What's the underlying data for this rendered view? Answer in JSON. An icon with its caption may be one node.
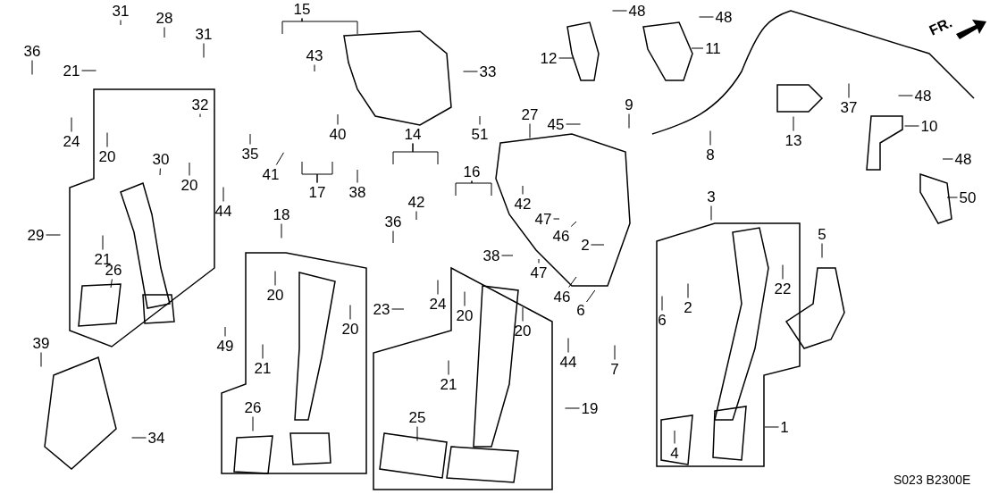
{
  "diagram": {
    "nodes": [
      {
        "text": [
          "31"
        ]
      },
      {
        "text": [
          "28"
        ]
      },
      {
        "text": [
          "31"
        ]
      },
      {
        "text": [
          "36"
        ]
      },
      {
        "text": [
          "21"
        ]
      },
      {
        "text": [
          "24"
        ]
      },
      {
        "text": [
          "20"
        ]
      },
      {
        "text": [
          "32"
        ]
      },
      {
        "text": [
          "30"
        ]
      },
      {
        "text": [
          "20"
        ]
      },
      {
        "text": [
          "29"
        ]
      },
      {
        "text": [
          "21"
        ]
      },
      {
        "text": [
          "26"
        ]
      },
      {
        "text": [
          "15"
        ]
      },
      {
        "text": [
          "43"
        ]
      },
      {
        "text": [
          "33"
        ]
      },
      {
        "text": [
          "35"
        ]
      },
      {
        "text": [
          "41"
        ]
      },
      {
        "text": [
          "40"
        ]
      },
      {
        "text": [
          "17"
        ]
      },
      {
        "text": [
          "38"
        ]
      },
      {
        "text": [
          "51"
        ]
      },
      {
        "text": [
          "14"
        ]
      },
      {
        "text": [
          "42"
        ]
      },
      {
        "text": [
          "16"
        ]
      },
      {
        "text": [
          "42"
        ]
      },
      {
        "text": [
          "44"
        ]
      },
      {
        "text": [
          "36"
        ]
      },
      {
        "text": [
          "18"
        ]
      },
      {
        "text": [
          "20"
        ]
      },
      {
        "text": [
          "20"
        ]
      },
      {
        "text": [
          "21"
        ]
      },
      {
        "text": [
          "49"
        ]
      },
      {
        "text": [
          "26"
        ]
      },
      {
        "text": [
          "39"
        ]
      },
      {
        "text": [
          "34"
        ]
      },
      {
        "text": [
          "23"
        ]
      },
      {
        "text": [
          "24"
        ]
      },
      {
        "text": [
          "20"
        ]
      },
      {
        "text": [
          "20"
        ]
      },
      {
        "text": [
          "21"
        ]
      },
      {
        "text": [
          "25"
        ]
      },
      {
        "text": [
          "44"
        ]
      },
      {
        "text": [
          "19"
        ]
      },
      {
        "text": [
          "48"
        ]
      },
      {
        "text": [
          "48"
        ]
      },
      {
        "text": [
          "12"
        ]
      },
      {
        "text": [
          "11"
        ]
      },
      {
        "text": [
          "9"
        ]
      },
      {
        "text": [
          "27"
        ]
      },
      {
        "text": [
          "45"
        ]
      },
      {
        "text": [
          "8"
        ]
      },
      {
        "text": [
          "13"
        ]
      },
      {
        "text": [
          "37"
        ]
      },
      {
        "text": [
          "48"
        ]
      },
      {
        "text": [
          "10"
        ]
      },
      {
        "text": [
          "48"
        ]
      },
      {
        "text": [
          "50"
        ]
      },
      {
        "text": [
          "3"
        ]
      },
      {
        "text": [
          "5"
        ]
      },
      {
        "text": [
          "47"
        ]
      },
      {
        "text": [
          "46"
        ]
      },
      {
        "text": [
          "2"
        ]
      },
      {
        "text": [
          "38"
        ]
      },
      {
        "text": [
          "47"
        ]
      },
      {
        "text": [
          "46"
        ]
      },
      {
        "text": [
          "6"
        ]
      },
      {
        "text": [
          "6"
        ]
      },
      {
        "text": [
          "2"
        ]
      },
      {
        "text": [
          "22"
        ]
      },
      {
        "text": [
          "7"
        ]
      },
      {
        "text": [
          "1"
        ]
      },
      {
        "text": [
          "4"
        ]
      }
    ],
    "edges": [
      {
        "from": 0,
        "to": null,
        "arrow": "none"
      },
      {
        "from": 1,
        "to": null,
        "arrow": "none"
      },
      {
        "from": 2,
        "to": null,
        "arrow": "none"
      },
      {
        "from": 3,
        "to": null,
        "arrow": "none"
      },
      {
        "from": 4,
        "to": null,
        "arrow": "none"
      },
      {
        "from": 5,
        "to": null,
        "arrow": "none"
      },
      {
        "from": 6,
        "to": null,
        "arrow": "none"
      },
      {
        "from": 7,
        "to": null,
        "arrow": "none"
      },
      {
        "from": 8,
        "to": null,
        "arrow": "none"
      },
      {
        "from": 9,
        "to": null,
        "arrow": "none"
      },
      {
        "from": 10,
        "to": null,
        "arrow": "none"
      },
      {
        "from": 11,
        "to": null,
        "arrow": "none"
      },
      {
        "from": 12,
        "to": null,
        "arrow": "none"
      },
      {
        "from": 13,
        "to": null,
        "arrow": "none"
      },
      {
        "from": 13,
        "to": null,
        "arrow": "none"
      },
      {
        "from": 14,
        "to": null,
        "arrow": "none"
      },
      {
        "from": 15,
        "to": null,
        "arrow": "none"
      },
      {
        "from": 16,
        "to": null,
        "arrow": "none"
      },
      {
        "from": 17,
        "to": null,
        "arrow": "none"
      },
      {
        "from": 18,
        "to": null,
        "arrow": "none"
      },
      {
        "from": 19,
        "to": null,
        "arrow": "none"
      },
      {
        "from": 19,
        "to": null,
        "arrow": "none"
      },
      {
        "from": 20,
        "to": null,
        "arrow": "none"
      },
      {
        "from": 21,
        "to": null,
        "arrow": "none"
      },
      {
        "from": 22,
        "to": null,
        "arrow": "none"
      },
      {
        "from": 22,
        "to": null,
        "arrow": "none"
      },
      {
        "from": 23,
        "to": null,
        "arrow": "none"
      },
      {
        "from": 24,
        "to": null,
        "arrow": "none"
      },
      {
        "from": 24,
        "to": null,
        "arrow": "none"
      },
      {
        "from": 25,
        "to": null,
        "arrow": "none"
      },
      {
        "from": 26,
        "to": null,
        "arrow": "none"
      },
      {
        "from": 27,
        "to": null,
        "arrow": "none"
      },
      {
        "from": 28,
        "to": null,
        "arrow": "none"
      },
      {
        "from": 29,
        "to": null,
        "arrow": "none"
      },
      {
        "from": 30,
        "to": null,
        "arrow": "none"
      },
      {
        "from": 31,
        "to": null,
        "arrow": "none"
      },
      {
        "from": 32,
        "to": null,
        "arrow": "none"
      },
      {
        "from": 33,
        "to": null,
        "arrow": "none"
      },
      {
        "from": 34,
        "to": null,
        "arrow": "none"
      },
      {
        "from": 35,
        "to": null,
        "arrow": "none"
      },
      {
        "from": 36,
        "to": null,
        "arrow": "none"
      },
      {
        "from": 37,
        "to": null,
        "arrow": "none"
      },
      {
        "from": 38,
        "to": null,
        "arrow": "none"
      },
      {
        "from": 39,
        "to": null,
        "arrow": "none"
      },
      {
        "from": 40,
        "to": null,
        "arrow": "none"
      },
      {
        "from": 41,
        "to": null,
        "arrow": "none"
      },
      {
        "from": 42,
        "to": null,
        "arrow": "none"
      },
      {
        "from": 43,
        "to": null,
        "arrow": "none"
      },
      {
        "from": 44,
        "to": null,
        "arrow": "none"
      },
      {
        "from": 45,
        "to": null,
        "arrow": "none"
      },
      {
        "from": 46,
        "to": null,
        "arrow": "none"
      },
      {
        "from": 47,
        "to": null,
        "arrow": "none"
      },
      {
        "from": 48,
        "to": null,
        "arrow": "none"
      },
      {
        "from": 49,
        "to": null,
        "arrow": "none"
      },
      {
        "from": 50,
        "to": null,
        "arrow": "none"
      },
      {
        "from": 51,
        "to": null,
        "arrow": "none"
      },
      {
        "from": 52,
        "to": null,
        "arrow": "none"
      },
      {
        "from": 53,
        "to": null,
        "arrow": "none"
      },
      {
        "from": 54,
        "to": null,
        "arrow": "none"
      },
      {
        "from": 55,
        "to": null,
        "arrow": "none"
      },
      {
        "from": 56,
        "to": null,
        "arrow": "none"
      },
      {
        "from": 57,
        "to": null,
        "arrow": "none"
      },
      {
        "from": 58,
        "to": null,
        "arrow": "none"
      },
      {
        "from": 59,
        "to": null,
        "arrow": "none"
      },
      {
        "from": 60,
        "to": null,
        "arrow": "none"
      },
      {
        "from": 61,
        "to": null,
        "arrow": "none"
      },
      {
        "from": 62,
        "to": null,
        "arrow": "none"
      },
      {
        "from": 63,
        "to": null,
        "arrow": "none"
      },
      {
        "from": 64,
        "to": null,
        "arrow": "none"
      },
      {
        "from": 65,
        "to": null,
        "arrow": "none"
      },
      {
        "from": 66,
        "to": null,
        "arrow": "none"
      },
      {
        "from": 67,
        "to": null,
        "arrow": "none"
      },
      {
        "from": 68,
        "to": null,
        "arrow": "none"
      },
      {
        "from": 69,
        "to": null,
        "arrow": "none"
      },
      {
        "from": 70,
        "to": null,
        "arrow": "none"
      },
      {
        "from": 71,
        "to": null,
        "arrow": "none"
      },
      {
        "from": 72,
        "to": null,
        "arrow": "none"
      }
    ],
    "labels": [
      "FR.",
      "S023 B2300E"
    ]
  }
}
